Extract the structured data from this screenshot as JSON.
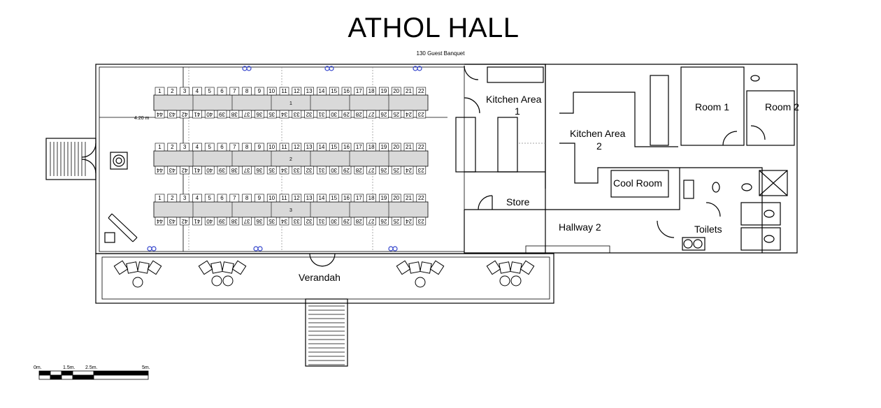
{
  "header": {
    "title": "ATHOL HALL",
    "subtitle": "130 Guest Banquet"
  },
  "rooms": {
    "kitchen_area_1_a": "Kitchen Area",
    "kitchen_area_1_b": "1",
    "kitchen_area_2_a": "Kitchen Area",
    "kitchen_area_2_b": "2",
    "room1": "Room 1",
    "room2": "Room 2",
    "cool_room": "Cool Room",
    "store": "Store",
    "hallway2": "Hallway 2",
    "toilets": "Toilets",
    "verandah": "Verandah"
  },
  "dimension": {
    "label": "4.20 m"
  },
  "tables": [
    {
      "id": "1"
    },
    {
      "id": "2"
    },
    {
      "id": "3"
    }
  ],
  "seats": {
    "top_row": [
      "1",
      "2",
      "3",
      "4",
      "5",
      "6",
      "7",
      "8",
      "9",
      "10",
      "11",
      "12",
      "13",
      "14",
      "15",
      "16",
      "17",
      "18",
      "19",
      "20",
      "21",
      "22"
    ],
    "bottom_row": [
      "44",
      "43",
      "42",
      "41",
      "40",
      "39",
      "38",
      "37",
      "36",
      "35",
      "34",
      "33",
      "32",
      "31",
      "30",
      "29",
      "28",
      "27",
      "26",
      "25",
      "24",
      "23"
    ]
  },
  "scale_bar": {
    "labels": [
      "0m.",
      "1.5m.",
      "2.5m.",
      "5m."
    ]
  },
  "colors": {
    "wall": "#000000",
    "table_fill": "#d9d9d9",
    "marker_blue": "#3344cc",
    "shelf_gray": "#555555"
  }
}
